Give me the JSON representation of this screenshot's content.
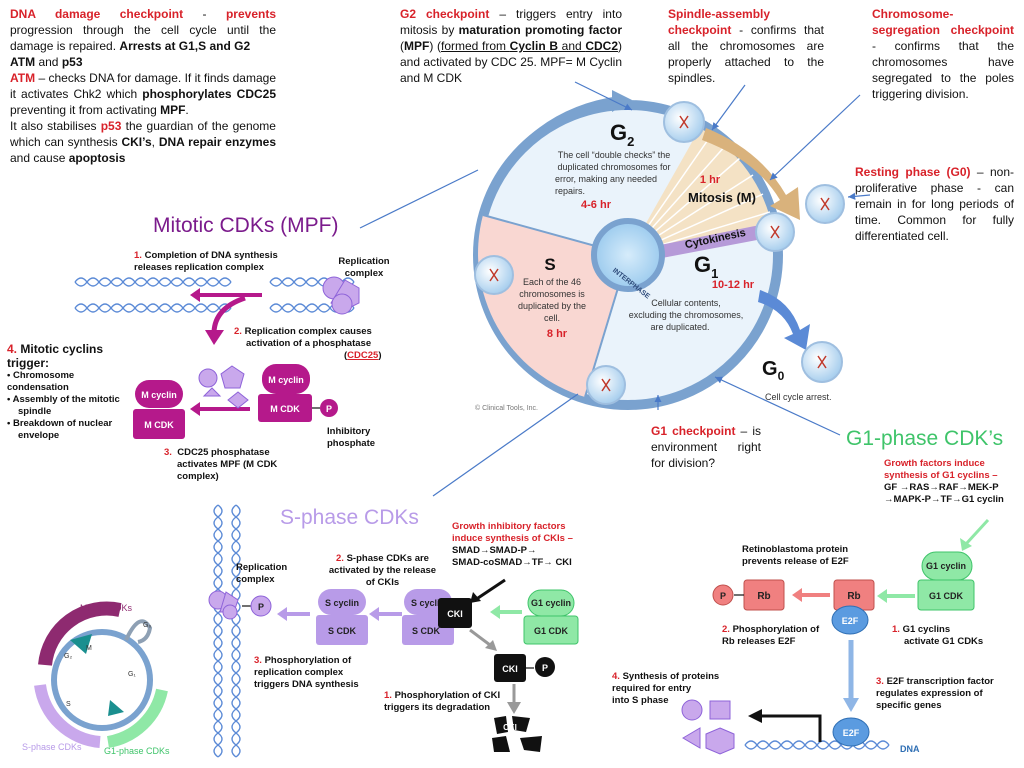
{
  "top_left": {
    "dna_checkpoint_title": "DNA damage checkpoint",
    "dna_dash": " - ",
    "dna_prevents": "prevents",
    "dna_text": " progression through the cell cycle until the damage is repaired. ",
    "dna_arrests": "Arrests at G1,S and G2",
    "atm_bold": "ATM",
    "and": " and ",
    "p53": "p53",
    "atm_label": "ATM",
    "atm_text1": " – checks DNA for damage. If it finds damage it activates Chk2 which ",
    "atm_phos": "phosphorylates CDC25",
    "atm_text2": " preventing it from activating ",
    "mpf": "MPF",
    "period": ".",
    "stab_text1": "It also stabilises ",
    "stab_p53": "p53",
    "stab_text2": " the guardian of the genome which can synthesis ",
    "stab_cki": "CKI’s",
    "comma": ", ",
    "stab_dna": "DNA repair enzymes",
    "stab_text3": " and cause ",
    "stab_apop": "apoptosis"
  },
  "g2_checkpoint": {
    "title": "G2 checkpoint",
    "text1": " – triggers entry into mitosis by ",
    "mpf_bold": "maturation promoting factor",
    "paren_open": " (",
    "mpf": "MPF",
    "paren_close": ") (",
    "formed": "formed from ",
    "cyclinb": "Cyclin B",
    "and": " and ",
    "cdc2": "CDC2",
    "text2": ") and activated by CDC 25. MPF= M Cyclin and M CDK"
  },
  "spindle": {
    "title": "Spindle-assembly checkpoint",
    "text": " - confirms that all the chromosomes are properly attached to the spindles."
  },
  "chromosome": {
    "title": "Chromosome-segregation checkpoint",
    "text": " - confirms that the chromosomes have segregated to the poles triggering division."
  },
  "resting": {
    "title": "Resting phase (G0)",
    "text": " – non-proliferative phase - can remain in for long periods of time. Common for fully differentiated cell."
  },
  "g1_checkpoint": {
    "title": "G1 checkpoint",
    "text": " – is environment right for division?"
  },
  "cycle": {
    "g2": "G",
    "g2_sub": "2",
    "g2_desc": [
      "The cell “double checks” the",
      "duplicated chromosomes for",
      "error, making any needed",
      "repairs."
    ],
    "g2_time": "4-6 hr",
    "mitosis_time": "1 hr",
    "mitosis": "Mitosis (M)",
    "cytokinesis": "Cytokinesis",
    "g1": "G",
    "g1_sub": "1",
    "g1_time": "10-12 hr",
    "g1_desc": [
      "Cellular contents,",
      "excluding the chromosomes,",
      "are duplicated."
    ],
    "s": "S",
    "s_desc": [
      "Each of the 46",
      "chromosomes is",
      "duplicated by the",
      "cell."
    ],
    "s_time": "8 hr",
    "interphase": "INTERPHASE",
    "g0": "G",
    "g0_sub": "0",
    "g0_desc": "Cell cycle arrest.",
    "credit": "© Clinical Tools, Inc."
  },
  "mitotic": {
    "heading": "Mitotic CDKs (MPF)",
    "step1_num": "1.",
    "step1": [
      "Completion of DNA synthesis",
      "releases replication complex"
    ],
    "rep_complex": [
      "Replication",
      "complex"
    ],
    "step2_num": "2.",
    "step2": [
      "Replication complex  causes",
      "activation of a phosphatase"
    ],
    "step2_paren_open": "(",
    "step2_cdc25": "CDC25",
    "step2_paren_close": ")",
    "m_cyclin": "M cyclin",
    "m_cdk": "M CDK",
    "p": "P",
    "inhib": [
      "Inhibitory",
      "phosphate"
    ],
    "step3_num": "3.",
    "step3": [
      "CDC25  phosphatase",
      "activates  MPF  (M  CDK",
      "complex)"
    ],
    "step4_num": "4.",
    "step4_title": "Mitotic cyclins trigger:",
    "step4_items": [
      "Chromosome condensation",
      "Assembly of the mitotic",
      "spindle",
      "Breakdown of nuclear",
      "envelope"
    ]
  },
  "sphase": {
    "heading": "S-phase CDKs",
    "rep_complex": [
      "Replication",
      "complex"
    ],
    "p": "P",
    "step2_num": "2.",
    "step2": [
      "S-phase CDKs are",
      "activated by the release",
      "of CKIs"
    ],
    "s_cyclin": "S cyclin",
    "s_cdk": "S CDK",
    "cki": "CKI",
    "growth_inhib": [
      "Growth inhibitory factors",
      "induce synthesis of CKIs –",
      "SMAD→SMAD-P→",
      "SMAD-coSMAD→TF→ CKI"
    ],
    "g1_cyclin": "G1 cyclin",
    "g1_cdk": "G1 CDK",
    "step3_num": "3.",
    "step3": [
      "Phosphorylation of",
      "replication complex",
      "triggers DNA synthesis"
    ],
    "step1_num": "1.",
    "step1": [
      "Phosphorylation of  CKI",
      "triggers its degradation"
    ]
  },
  "g1phase": {
    "heading": "G1-phase CDK’s",
    "growth": [
      "Growth factors induce",
      "synthesis of G1 cyclins –",
      "GF →RAS→RAF→MEK-P",
      "→MAPK-P→TF→G1 cyclin"
    ],
    "g1_cyclin": "G1 cyclin",
    "g1_cdk": "G1 CDK",
    "rb_title": [
      "Retinoblastoma protein",
      "prevents release of E2F"
    ],
    "p": "P",
    "rb": "Rb",
    "e2f": "E2F",
    "step2_num": "2.",
    "step2": [
      "Phosphorylation of",
      "Rb releases E2F"
    ],
    "step1_num": "1.",
    "step1": [
      "G1 cyclins",
      "activate G1 CDKs"
    ],
    "step3_num": "3.",
    "step3": [
      "E2F transcription factor",
      "regulates expression of",
      "specific genes"
    ],
    "step4_num": "4.",
    "step4": [
      "Synthesis of proteins",
      "required for entry",
      "into S phase"
    ],
    "dna": "DNA"
  },
  "mini_cycle": {
    "mitotic": "Mitotic CDKs",
    "sphase": "S-phase CDKs",
    "g1phase": "G1-phase CDKs",
    "g0": "G₀",
    "m": "M",
    "g2": "G₂",
    "g1": "G₁",
    "s": "S"
  },
  "colors": {
    "red": "#d8222a",
    "magenta": "#b5198b",
    "purple_heading": "#7b1b8c",
    "lavender": "#b89be8",
    "lavender_dark": "#8e63d9",
    "green": "#3fc46a",
    "green_light": "#8fe8a6",
    "salmon": "#f08080",
    "blue": "#5b8ad6"
  }
}
